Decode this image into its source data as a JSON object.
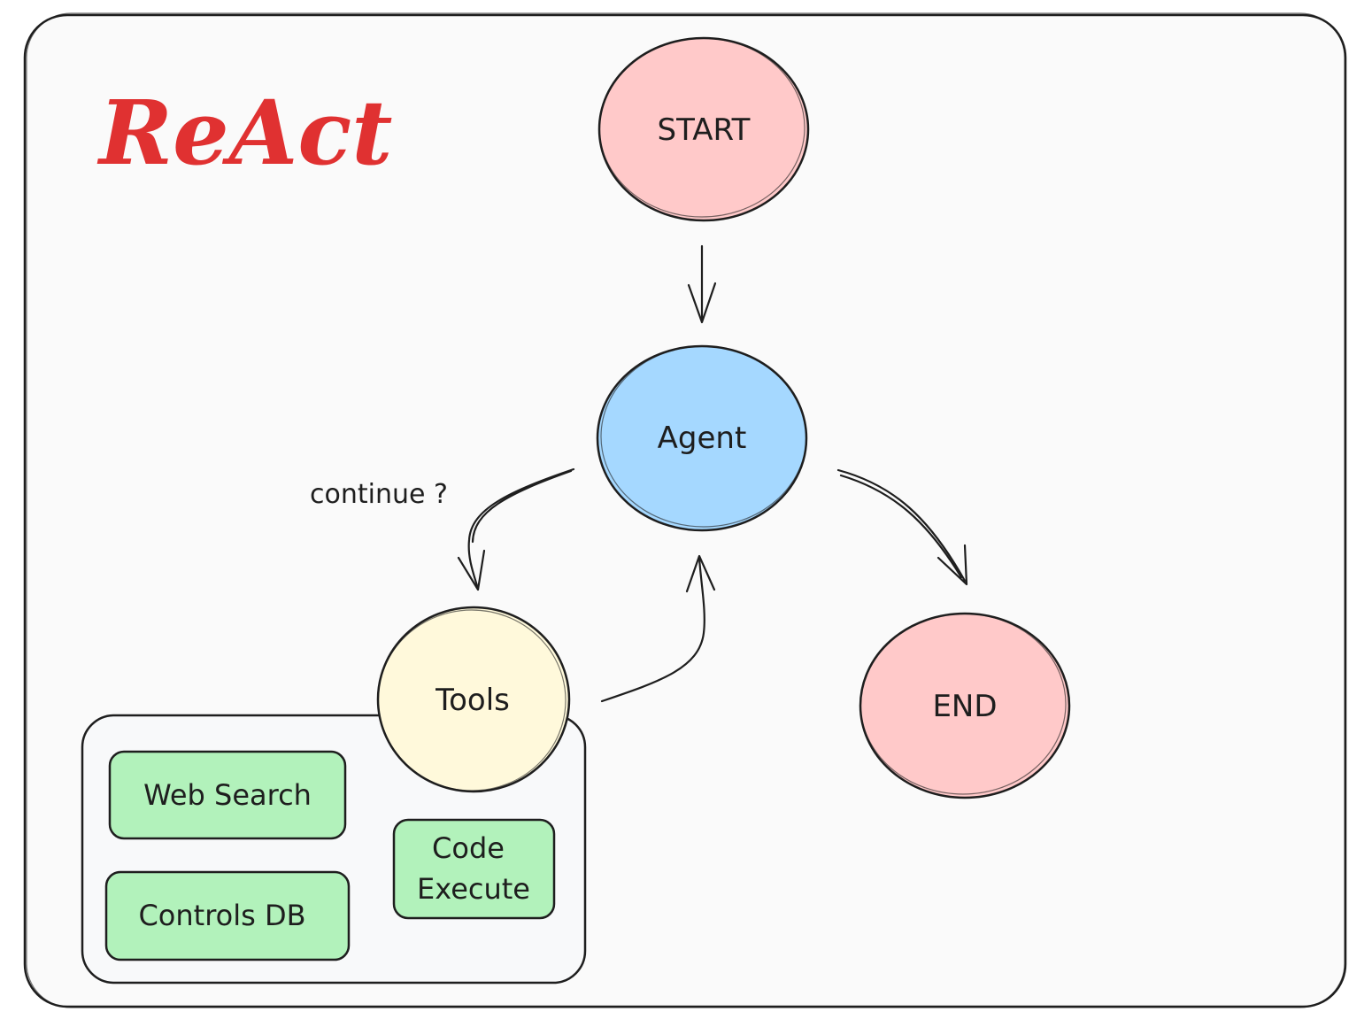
{
  "title": "ReAct",
  "colors": {
    "title": "#e03131",
    "terminal_fill": "#ffc9c9",
    "agent_fill": "#a5d8ff",
    "tools_fill": "#fff9db",
    "tool_item_fill": "#b2f2bb",
    "stroke": "#1e1e1e",
    "canvas_bg": "#fafafa",
    "group_bg": "#f8f9fa"
  },
  "nodes": {
    "start": {
      "label": "START"
    },
    "agent": {
      "label": "Agent"
    },
    "tools": {
      "label": "Tools"
    },
    "end": {
      "label": "END"
    }
  },
  "tool_items": {
    "web_search": {
      "label": "Web Search"
    },
    "controls_db": {
      "label": "Controls DB"
    },
    "code_execute": {
      "line1": "Code",
      "line2": "Execute"
    }
  },
  "edges": {
    "agent_to_tools": {
      "label": "continue ?"
    }
  }
}
